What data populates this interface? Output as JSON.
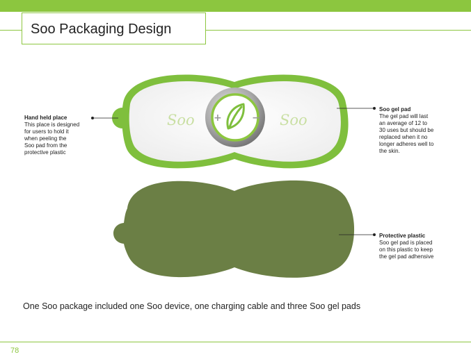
{
  "page": {
    "title": "Soo Packaging Design",
    "page_number": "78",
    "accent_color": "#8cc63f",
    "shape_color": "#6b7f45"
  },
  "device": {
    "brand_left": "Soo",
    "brand_right": "Soo",
    "plus_symbol": "+",
    "minus_symbol": "−"
  },
  "annotations": {
    "hand_held": {
      "heading": "Hand held place",
      "body": "This place is designed\nfor users to hold it\nwhen peeling the\nSoo pad from the\nprotective plastic"
    },
    "gel_pad": {
      "heading": "Soo gel pad",
      "body": "The gel pad will last\nan average of 12 to\n30 uses but should be\nreplaced when it no\nlonger adheres well to\nthe skin."
    },
    "protective_plastic": {
      "heading": "Protective plastic",
      "body": "Soo gel pad is placed\non this plastic to keep\nthe gel pad adhensive"
    }
  },
  "caption": "One Soo package included one Soo device, one charging cable and three Soo gel pads"
}
